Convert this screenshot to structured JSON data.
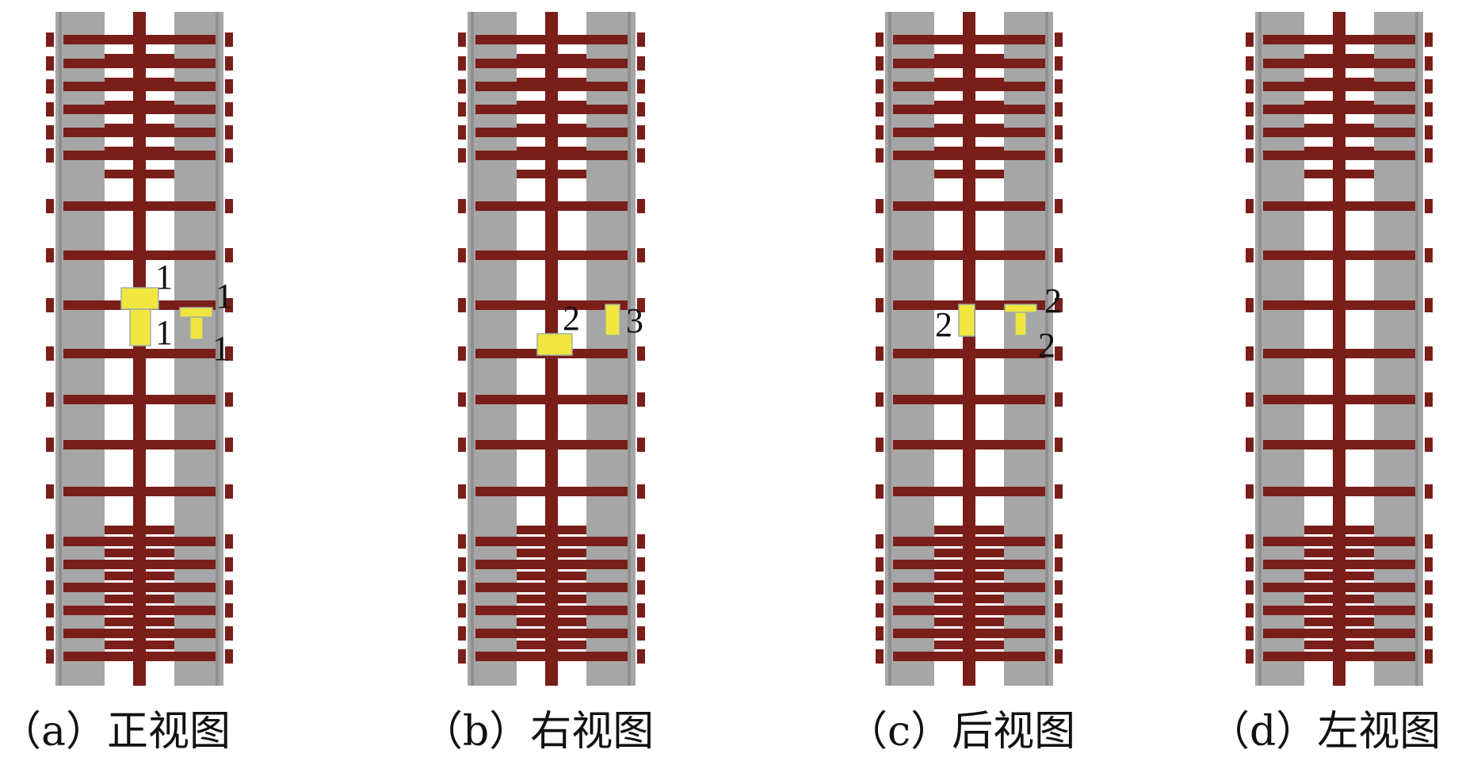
{
  "colors": {
    "concrete": "#a6a6a6",
    "concrete_edge": "#8f8f8f",
    "rebar": "#7a1e1a",
    "highlight": "#f1e640"
  },
  "panels": [
    {
      "caption": "（a）正视图",
      "labels": [
        "1",
        "1",
        "1",
        "1"
      ]
    },
    {
      "caption": "（b）右视图",
      "labels": [
        "2",
        "3"
      ]
    },
    {
      "caption": "（c）后视图",
      "labels": [
        "2",
        "2",
        "2"
      ]
    },
    {
      "caption": "（d）左视图",
      "labels": []
    }
  ]
}
